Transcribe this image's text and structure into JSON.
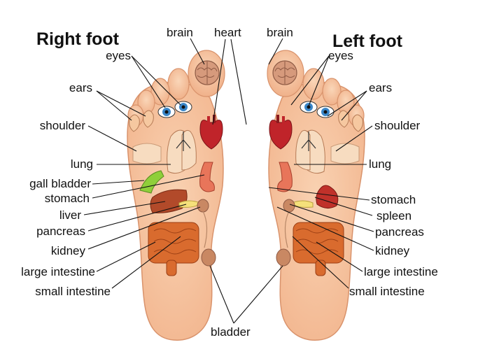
{
  "titles": {
    "right_foot": "Right foot",
    "left_foot": "Left foot"
  },
  "labels": {
    "brain": "brain",
    "heart": "heart",
    "eyes": "eyes",
    "ears": "ears",
    "shoulder": "shoulder",
    "lung": "lung",
    "gall_bladder": "gall bladder",
    "stomach": "stomach",
    "liver": "liver",
    "pancreas": "pancreas",
    "kidney": "kidney",
    "large_intestine": "large intestine",
    "small_intestine": "small intestine",
    "spleen": "spleen",
    "bladder": "bladder"
  },
  "colors": {
    "skin": "#f6c29f",
    "skin_outline": "#d9936c",
    "brain": "#c98b6e",
    "heart": "#c0242a",
    "lung": "#f7dcc0",
    "stomach": "#e8755a",
    "liver": "#b24a2a",
    "gall_bladder": "#8fcf3a",
    "pancreas": "#f5e07a",
    "intestine": "#d96b2e",
    "kidney": "#c98863",
    "eye_iris": "#3a86c8"
  }
}
